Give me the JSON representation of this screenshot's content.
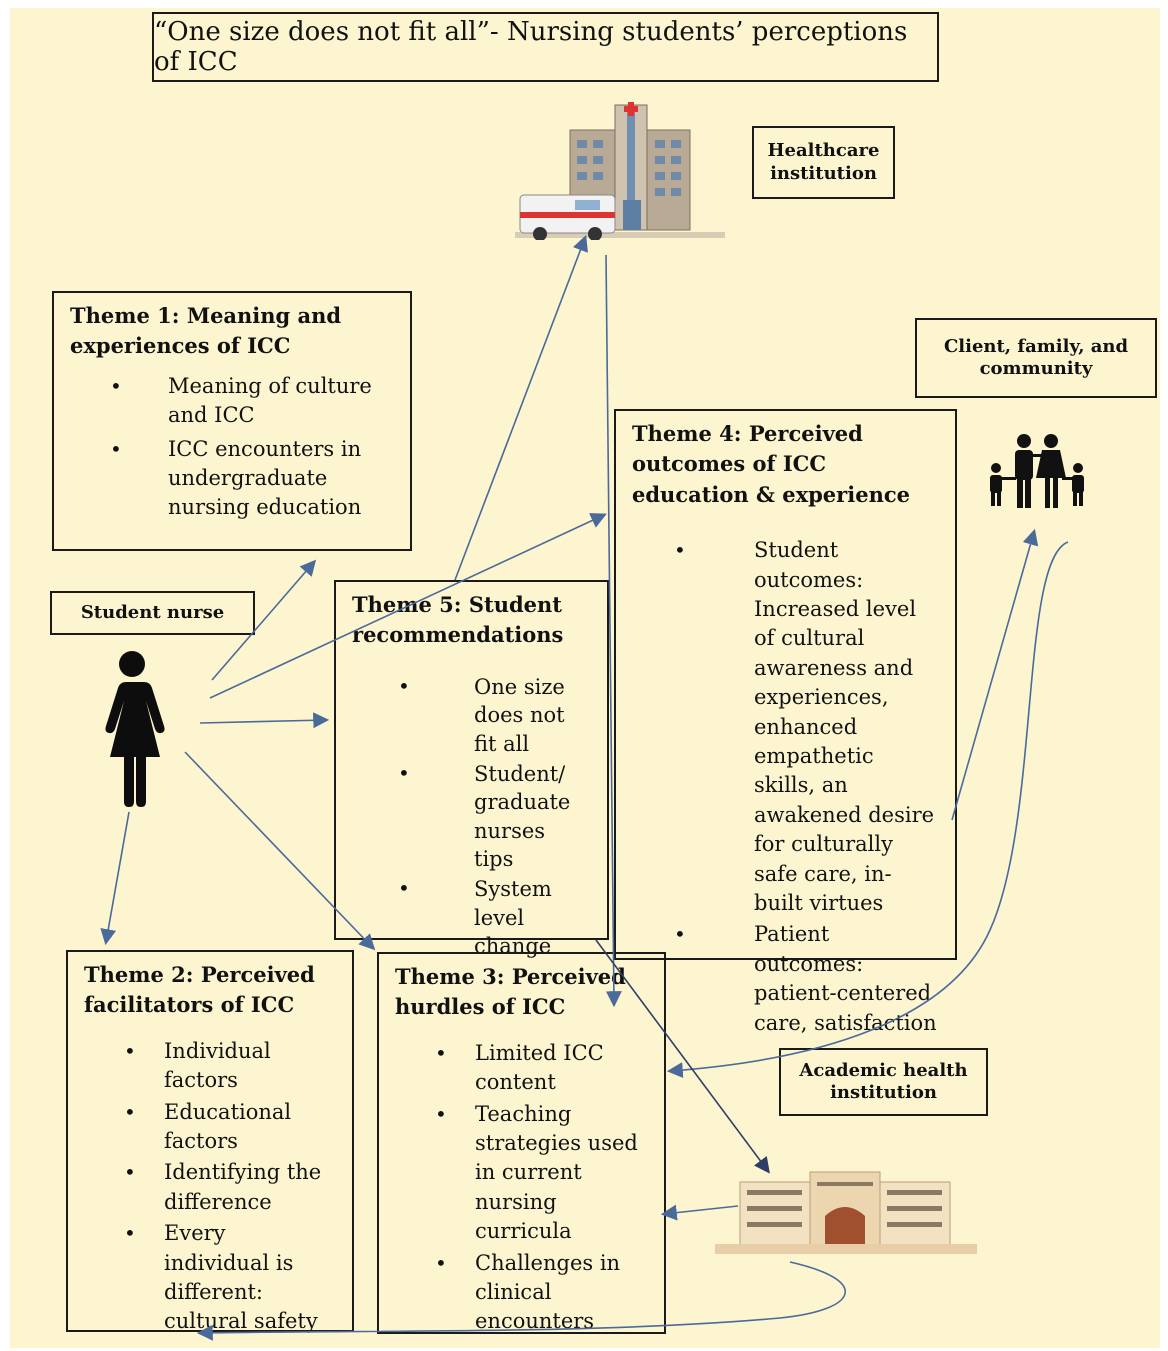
{
  "title": "“One size does not fit all”- Nursing students’ perceptions of ICC",
  "labels": {
    "healthcare": "Healthcare institution",
    "client": "Client, family, and community",
    "student": "Student nurse",
    "academic": "Academic health institution"
  },
  "theme1": {
    "heading": "Theme 1:  Meaning and experiences of ICC",
    "items": [
      "Meaning of culture and ICC",
      "ICC encounters in undergraduate nursing education"
    ]
  },
  "theme2": {
    "heading": "Theme 2: Perceived facilitators of ICC",
    "items": [
      "Individual factors",
      "Educational factors",
      "Identifying the difference",
      "Every individual is different: cultural safety"
    ]
  },
  "theme3": {
    "heading": "Theme 3: Perceived hurdles of ICC",
    "items": [
      "Limited ICC content",
      "Teaching strategies used in current nursing curricula",
      "Challenges in clinical encounters"
    ]
  },
  "theme4": {
    "heading": "Theme 4: Perceived outcomes of ICC education & experience",
    "items": [
      "Student outcomes: Increased level of cultural awareness and experiences, enhanced empathetic skills, an awakened desire for culturally safe care, in-built virtues",
      "Patient outcomes: patient-centered care, satisfaction"
    ]
  },
  "theme5": {
    "heading": "Theme 5: Student recommendations",
    "items": [
      "One size does not fit all",
      "Student/ graduate nurses tips",
      "System level change"
    ]
  },
  "colors": {
    "background": "#fdf5d0",
    "arrow": "#4a6a9a",
    "arrow_dark": "#2e3e66",
    "border": "#1a1a1a"
  },
  "icons": {
    "hospital": "hospital-building-icon",
    "family": "family-icon",
    "student": "female-person-icon",
    "academic": "university-building-icon"
  }
}
